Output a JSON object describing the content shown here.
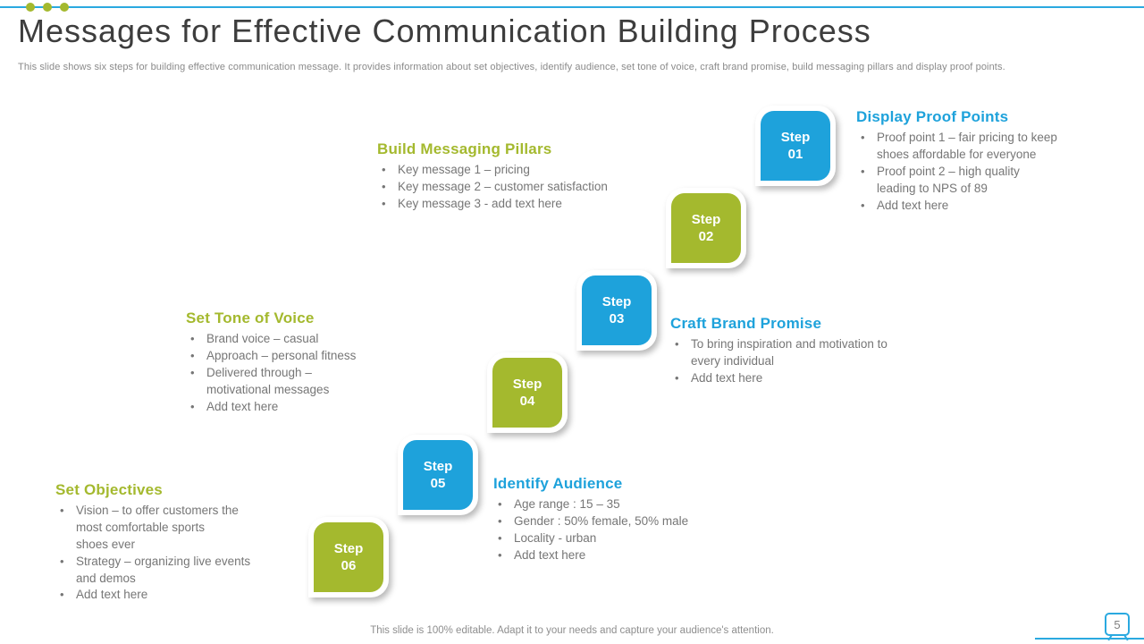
{
  "slide": {
    "title": "Messages for Effective Communication Building Process",
    "subtitle": "This slide shows six steps for building effective communication message. It provides information about set objectives, identify audience, set tone of voice, craft brand promise, build messaging pillars and display proof points.",
    "footer": "This slide is 100% editable. Adapt it to your needs and capture your audience's attention.",
    "page_number": "5"
  },
  "ui": {
    "bullet_char": "•",
    "top_dot_count": 3
  },
  "colors": {
    "accent_blue": "#1EA2DB",
    "accent_green": "#A4B92E",
    "title_text": "#3D3D3D",
    "body_text": "#767676",
    "subtitle_text": "#8A8A8A",
    "footer_text": "#8E8E8E"
  },
  "steps": [
    {
      "line1": "Step",
      "line2": "01",
      "color": "blue"
    },
    {
      "line1": "Step",
      "line2": "02",
      "color": "green"
    },
    {
      "line1": "Step",
      "line2": "03",
      "color": "blue"
    },
    {
      "line1": "Step",
      "line2": "04",
      "color": "green"
    },
    {
      "line1": "Step",
      "line2": "05",
      "color": "blue"
    },
    {
      "line1": "Step",
      "line2": "06",
      "color": "green"
    }
  ],
  "blocks": [
    {
      "heading": "Display Proof Points",
      "heading_color": "blue",
      "bullets": [
        "Proof point 1 – fair pricing to keep\nshoes affordable for everyone",
        "Proof point 2 – high quality\nleading to NPS of 89",
        "Add text here"
      ]
    },
    {
      "heading": "Build Messaging Pillars",
      "heading_color": "green",
      "bullets": [
        "Key message 1 – pricing",
        "Key message 2 – customer satisfaction",
        "Key message 3 - add text here"
      ]
    },
    {
      "heading": "Set Tone of Voice",
      "heading_color": "green",
      "bullets": [
        "Brand voice – casual",
        "Approach – personal fitness",
        "Delivered through –\nmotivational messages",
        "Add text here"
      ]
    },
    {
      "heading": "Craft Brand Promise",
      "heading_color": "blue",
      "bullets": [
        "To bring inspiration and motivation to\nevery individual",
        "Add text here"
      ]
    },
    {
      "heading": "Identify Audience",
      "heading_color": "blue",
      "bullets": [
        "Age range : 15 – 35",
        "Gender : 50% female, 50% male",
        "Locality - urban",
        "Add text here"
      ]
    },
    {
      "heading": "Set Objectives",
      "heading_color": "green",
      "bullets": [
        "Vision – to offer customers the\nmost comfortable sports\nshoes ever",
        "Strategy – organizing live events\nand demos",
        "Add text here"
      ]
    }
  ]
}
